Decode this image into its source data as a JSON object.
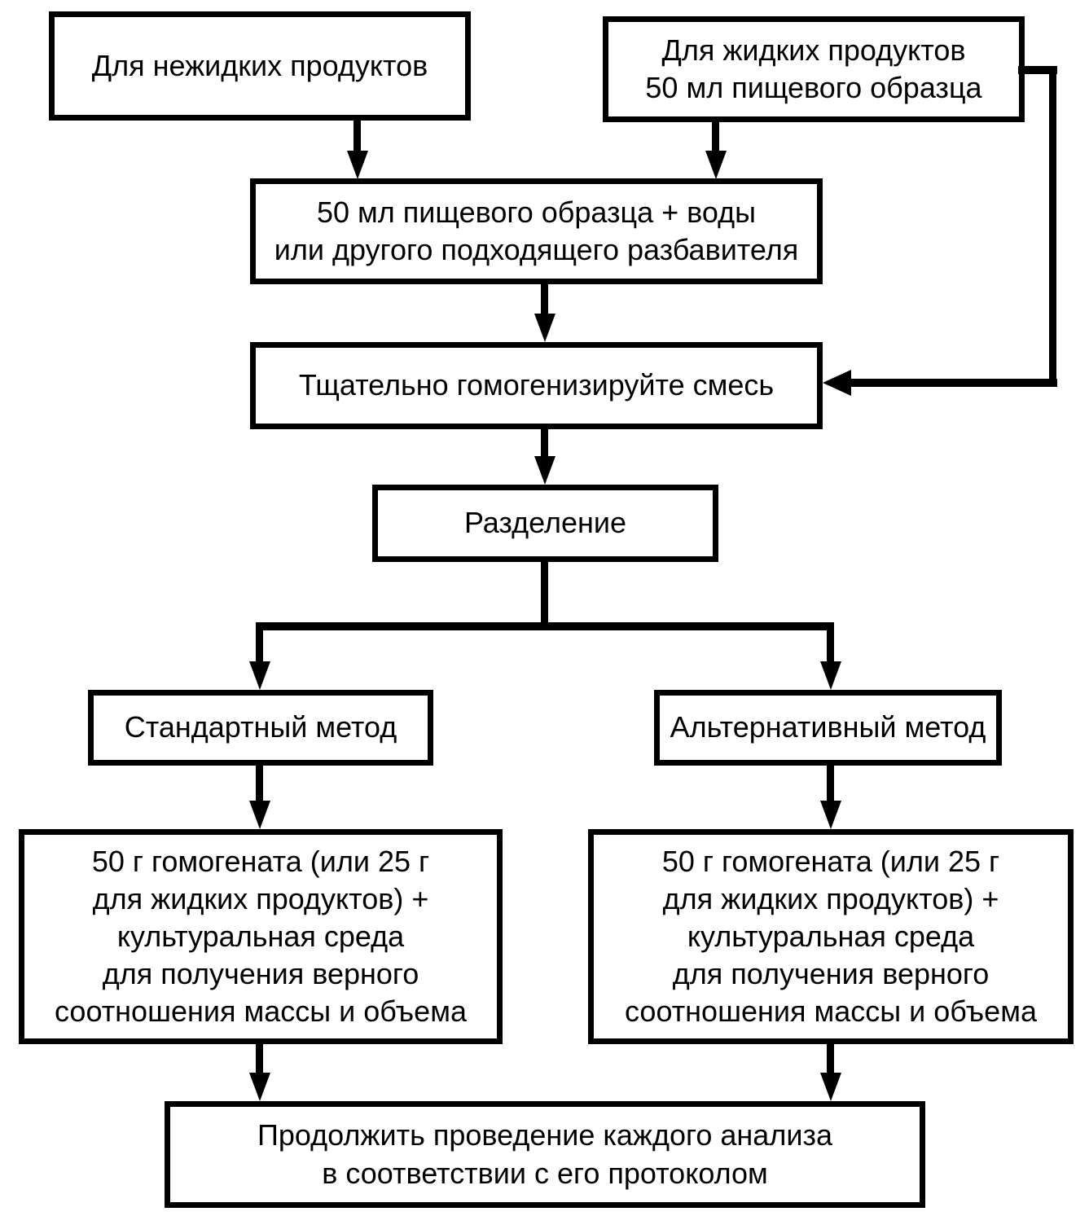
{
  "diagram": {
    "colors": {
      "line": "#000000",
      "box_fill": "#ffffff",
      "background": "#ffffff",
      "text": "#000000"
    },
    "boxes": {
      "nonliquid": {
        "text": "Для нежидких продуктов"
      },
      "liquid": {
        "text": "Для жидких продуктов\n50 мл пищевого образца"
      },
      "dilution": {
        "text": "50 мл пищевого образца + воды\nили другого подходящего разбавителя"
      },
      "homogenize": {
        "text": "Тщательно гомогенизируйте смесь"
      },
      "separation": {
        "text": "Разделение"
      },
      "standard_method": {
        "text": "Стандартный метод"
      },
      "alternative_method": {
        "text": "Альтернативный метод"
      },
      "standard_sample": {
        "text": "50 г гомогената (или 25 г\nдля жидких продуктов) +\nкультуральная среда\nдля получения верного\nсоотношения массы и объема"
      },
      "alternative_sample": {
        "text": "50 г гомогената (или 25 г\nдля жидких продуктов) +\nкультуральная среда\nдля получения верного\nсоотношения массы и объема"
      },
      "final": {
        "text": "Продолжить проведение каждого анализа\nв соответствии с его протоколом"
      }
    },
    "edges": [
      {
        "from": "nonliquid",
        "to": "dilution"
      },
      {
        "from": "liquid",
        "to": "dilution"
      },
      {
        "from": "liquid",
        "to": "homogenize"
      },
      {
        "from": "dilution",
        "to": "homogenize"
      },
      {
        "from": "homogenize",
        "to": "separation"
      },
      {
        "from": "separation",
        "to": "standard_method"
      },
      {
        "from": "separation",
        "to": "alternative_method"
      },
      {
        "from": "standard_method",
        "to": "standard_sample"
      },
      {
        "from": "alternative_method",
        "to": "alternative_sample"
      },
      {
        "from": "standard_sample",
        "to": "final"
      },
      {
        "from": "alternative_sample",
        "to": "final"
      }
    ]
  }
}
